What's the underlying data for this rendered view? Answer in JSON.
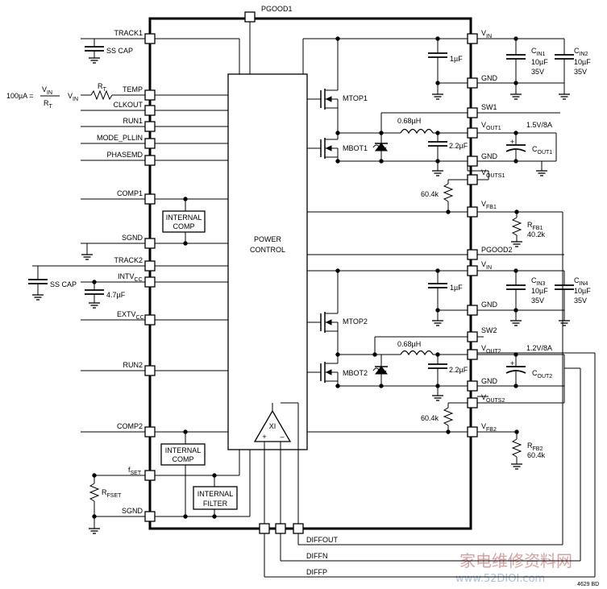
{
  "top_pin": "PGOOD1",
  "left_pins": {
    "track1": "TRACK1",
    "temp": "TEMP",
    "clkout": "CLKOUT",
    "run1": "RUN1",
    "mode_pllin": "MODE_PLLIN",
    "phasemd": "PHASEMD",
    "comp1": "COMP1",
    "sgnd1": "SGND",
    "track2": "TRACK2",
    "intvcc_base": "INTV",
    "intvcc_sub": "CC",
    "extvcc_base": "EXTV",
    "extvcc_sub": "CC",
    "run2": "RUN2",
    "comp2": "COMP2",
    "fset_base": "f",
    "fset_sub": "SET",
    "sgnd2": "SGND"
  },
  "right_pins": {
    "vin1": "V",
    "vin1_sub": "IN",
    "gnd1": "GND",
    "sw1": "SW1",
    "vout1": "V",
    "vout1_sub": "OUT1",
    "gnd2": "GND",
    "vouts1": "V",
    "vouts1_sub": "OUTS1",
    "vfb1": "V",
    "vfb1_sub": "FB1",
    "pgood2": "PGOOD2",
    "vin2": "V",
    "vin2_sub": "IN",
    "gnd3": "GND",
    "sw2": "SW2",
    "vout2": "V",
    "vout2_sub": "OUT2",
    "gnd4": "GND",
    "vouts2": "V",
    "vouts2_sub": "OUTS2",
    "vfb2": "V",
    "vfb2_sub": "FB2"
  },
  "bottom_pins": {
    "diffout": "DIFFOUT",
    "diffn": "DIFFN",
    "diffp": "DIFFP"
  },
  "blocks": {
    "power_control_line1": "POWER",
    "power_control_line2": "CONTROL",
    "internal_comp1_line1": "INTERNAL",
    "internal_comp1_line2": "COMP",
    "internal_comp2_line1": "INTERNAL",
    "internal_comp2_line2": "COMP",
    "internal_filter_line1": "INTERNAL",
    "internal_filter_line2": "FILTER",
    "amp_label": "XI",
    "amp_plus": "+",
    "amp_minus": "–"
  },
  "components": {
    "ss_cap1": "SS CAP",
    "ss_cap2": "SS CAP",
    "rt": "R",
    "rt_sub": "T",
    "temp_current": "100µA =",
    "temp_vin": "V",
    "temp_vin_sub": "IN",
    "temp_rt": "R",
    "temp_rt_sub": "T",
    "vin_src": "V",
    "vin_src_sub": "IN",
    "intvcc_cap": "4.7µF",
    "rfset": "R",
    "rfset_sub": "FSET",
    "mtop1": "MTOP1",
    "mbot1": "MBOT1",
    "mtop2": "MTOP2",
    "mbot2": "MBOT2",
    "cap_1uf_1": "1µF",
    "cap_1uf_2": "1µF",
    "cin1": "C",
    "cin1_sub": "IN1",
    "cin1_val": "10µF",
    "cin1_v": "35V",
    "cin2": "C",
    "cin2_sub": "IN2",
    "cin2_val": "10µF",
    "cin2_v": "35V",
    "cin3": "C",
    "cin3_sub": "IN3",
    "cin3_val": "10µF",
    "cin3_v": "35V",
    "cin4": "C",
    "cin4_sub": "IN4",
    "cin4_val": "10µF",
    "cin4_v": "35V",
    "ind1": "0.68µH",
    "ind2": "0.68µH",
    "cap22_1": "2.2µF",
    "cap22_2": "2.2µF",
    "out1": "1.5V/8A",
    "out2": "1.2V/8A",
    "cout1": "C",
    "cout1_sub": "OUT1",
    "cout2": "C",
    "cout2_sub": "OUT2",
    "r604_1": "60.4k",
    "r604_2": "60.4k",
    "rfb1": "R",
    "rfb1_sub": "FB1",
    "rfb1_val": "40.2k",
    "rfb2": "R",
    "rfb2_sub": "FB2",
    "rfb2_val": "60.4k"
  },
  "watermark": {
    "cn": "家电维修资料网",
    "url": "www.52DIOI.com",
    "code": "4629 BD"
  }
}
